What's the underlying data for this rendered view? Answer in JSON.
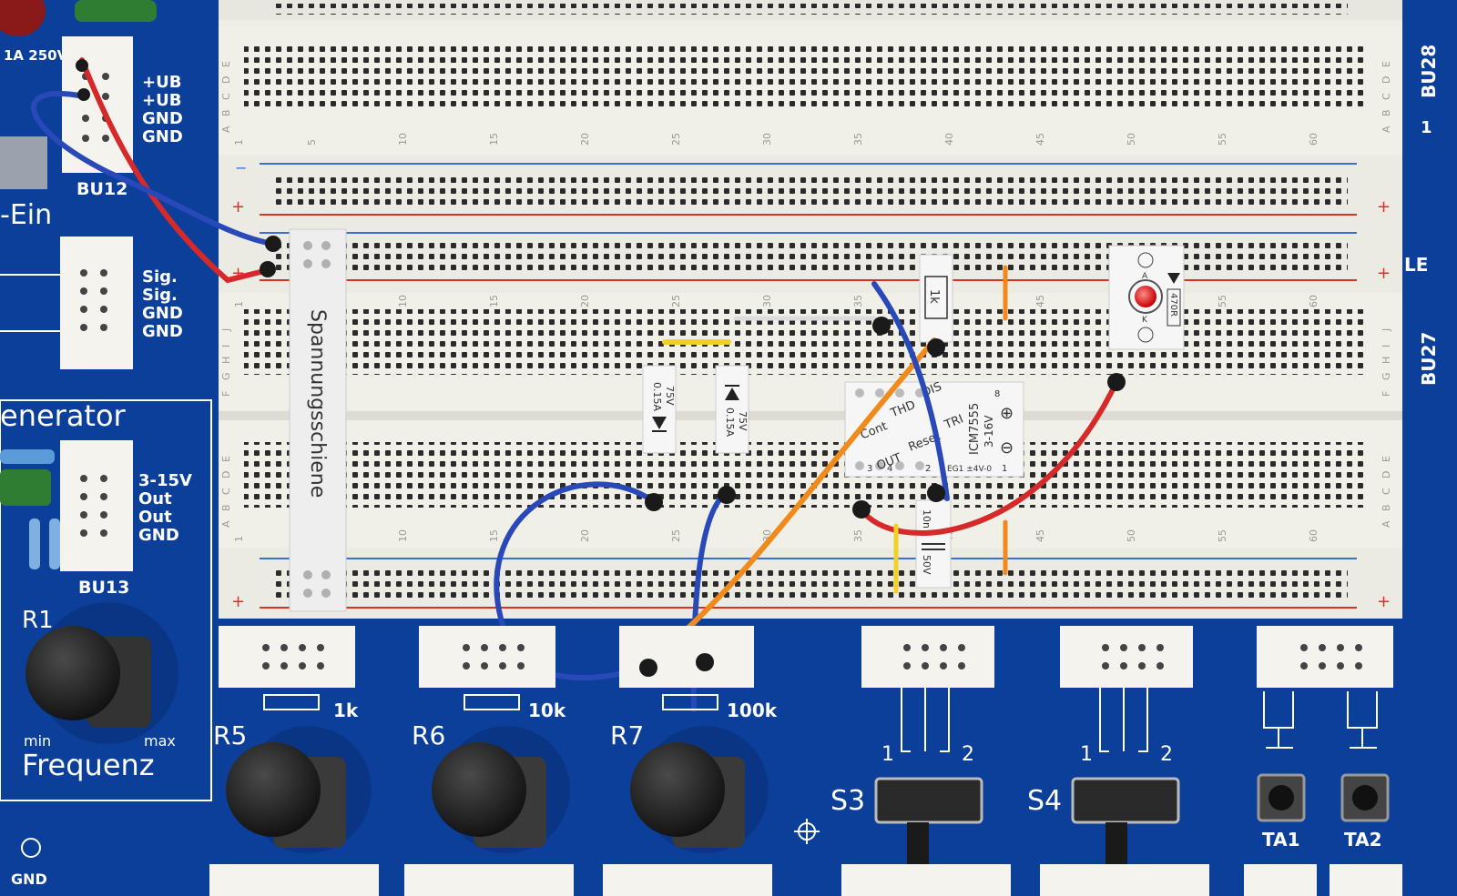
{
  "board": {
    "colors": {
      "pcb": "#0b3f9a",
      "breadboard": "#efeee6",
      "rail_red": "#d93025",
      "rail_blue": "#3b6fd6",
      "wire_red": "#d62a2a",
      "wire_blue": "#2a49b8",
      "wire_orange": "#f08a1c",
      "wire_yellow": "#f2d02a"
    },
    "left_panel": {
      "fuse_label": "1A 250V",
      "bu12_pins": [
        "+UB",
        "+UB",
        "GND",
        "GND"
      ],
      "bu12_label": "BU12",
      "ein_label": "-Ein",
      "sig_pins": [
        "Sig.",
        "Sig.",
        "GND",
        "GND"
      ],
      "generator_label": "enerator",
      "bu13_pins": [
        "3-15V",
        "Out",
        "Out",
        "GND"
      ],
      "bu13_label": "BU13",
      "r1_label": "R1",
      "min_label": "min",
      "max_label": "max",
      "frequenz_label": "Frequenz",
      "gnd_label": "GND"
    },
    "right_edge": {
      "bu28_label": "BU28",
      "bu27_label": "BU27",
      "le_label": "LE",
      "one_label": "1"
    },
    "breadboard": {
      "col_numbers": [
        "1",
        "5",
        "10",
        "15",
        "20",
        "25",
        "30",
        "35",
        "40",
        "45",
        "50",
        "55",
        "60"
      ],
      "rows_top": [
        "A",
        "B",
        "C",
        "D",
        "E"
      ],
      "rows_bottom": [
        "F",
        "G",
        "H",
        "I",
        "J"
      ]
    },
    "modules": {
      "spannung": "Spannungsschiene",
      "resistor_1k": "1k",
      "diode_a": [
        "0.15A",
        "75V"
      ],
      "diode_b": [
        "0.15A",
        "75V"
      ],
      "ic": {
        "name": "ICM7555",
        "voltage": "3-16V",
        "pins_top": [
          "Cont",
          "THD",
          "DIS"
        ],
        "pins_bottom": [
          "OUT",
          "Reset",
          "TRI"
        ],
        "pin_nums": [
          "8",
          "1",
          "3",
          "4",
          "2"
        ],
        "plus": "⊕",
        "minus": "⊖",
        "bottom_small": "EG1 ±4V-0"
      },
      "cap_10n": [
        "10n",
        "50V"
      ],
      "led": {
        "resistor": "470R",
        "anode": "A",
        "cathode": "K"
      }
    },
    "pots": [
      {
        "label": "R5",
        "value": "1k"
      },
      {
        "label": "R6",
        "value": "10k"
      },
      {
        "label": "R7",
        "value": "100k"
      }
    ],
    "switches": [
      {
        "label": "S3",
        "left": "1",
        "right": "2"
      },
      {
        "label": "S4",
        "left": "1",
        "right": "2"
      }
    ],
    "buttons": [
      {
        "label": "TA1"
      },
      {
        "label": "TA2"
      }
    ]
  }
}
